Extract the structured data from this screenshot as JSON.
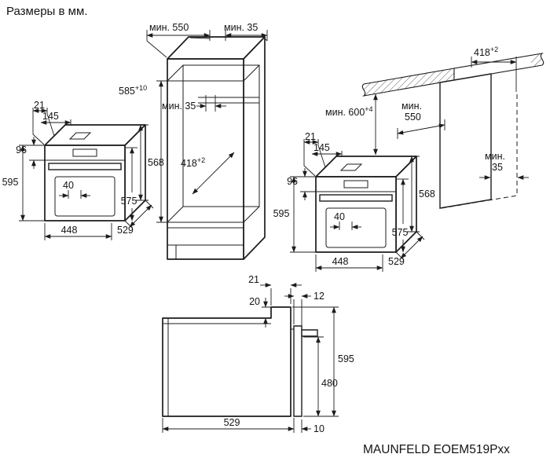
{
  "page": {
    "title": "Размеры в мм.",
    "model": "MAUNFELD EOEM519Pxx"
  },
  "colors": {
    "line": "#1c1c1c",
    "background": "#ffffff"
  },
  "oven_dims": {
    "top_offset": "21",
    "top_depth": "145",
    "panel_height": "96",
    "height": "595",
    "body_height": "568",
    "door_height": "575",
    "handle_gap": "40",
    "body_width": "448",
    "depth": "529"
  },
  "tall_cabinet": {
    "top_depth_min": "мин. 550",
    "top_gap_min": "мин. 35",
    "niche_height": "585",
    "niche_height_tol": "+10",
    "vent_gap_min": "мин. 35",
    "niche_depth": "418",
    "niche_depth_tol": "+2"
  },
  "under_counter": {
    "niche_depth": "418",
    "niche_depth_tol": "+2",
    "niche_height_min": "мин. 600",
    "niche_height_tol": "+4",
    "counter_depth_line1": "мин.",
    "counter_depth_line2": "550",
    "back_gap_line1": "мин.",
    "back_gap_line2": "35"
  },
  "side_view": {
    "fascia_depth": "21",
    "fascia_height": "20",
    "door_offset": "12",
    "height": "595",
    "door_glass_height": "480",
    "body_depth": "529",
    "bottom_gap": "10"
  }
}
